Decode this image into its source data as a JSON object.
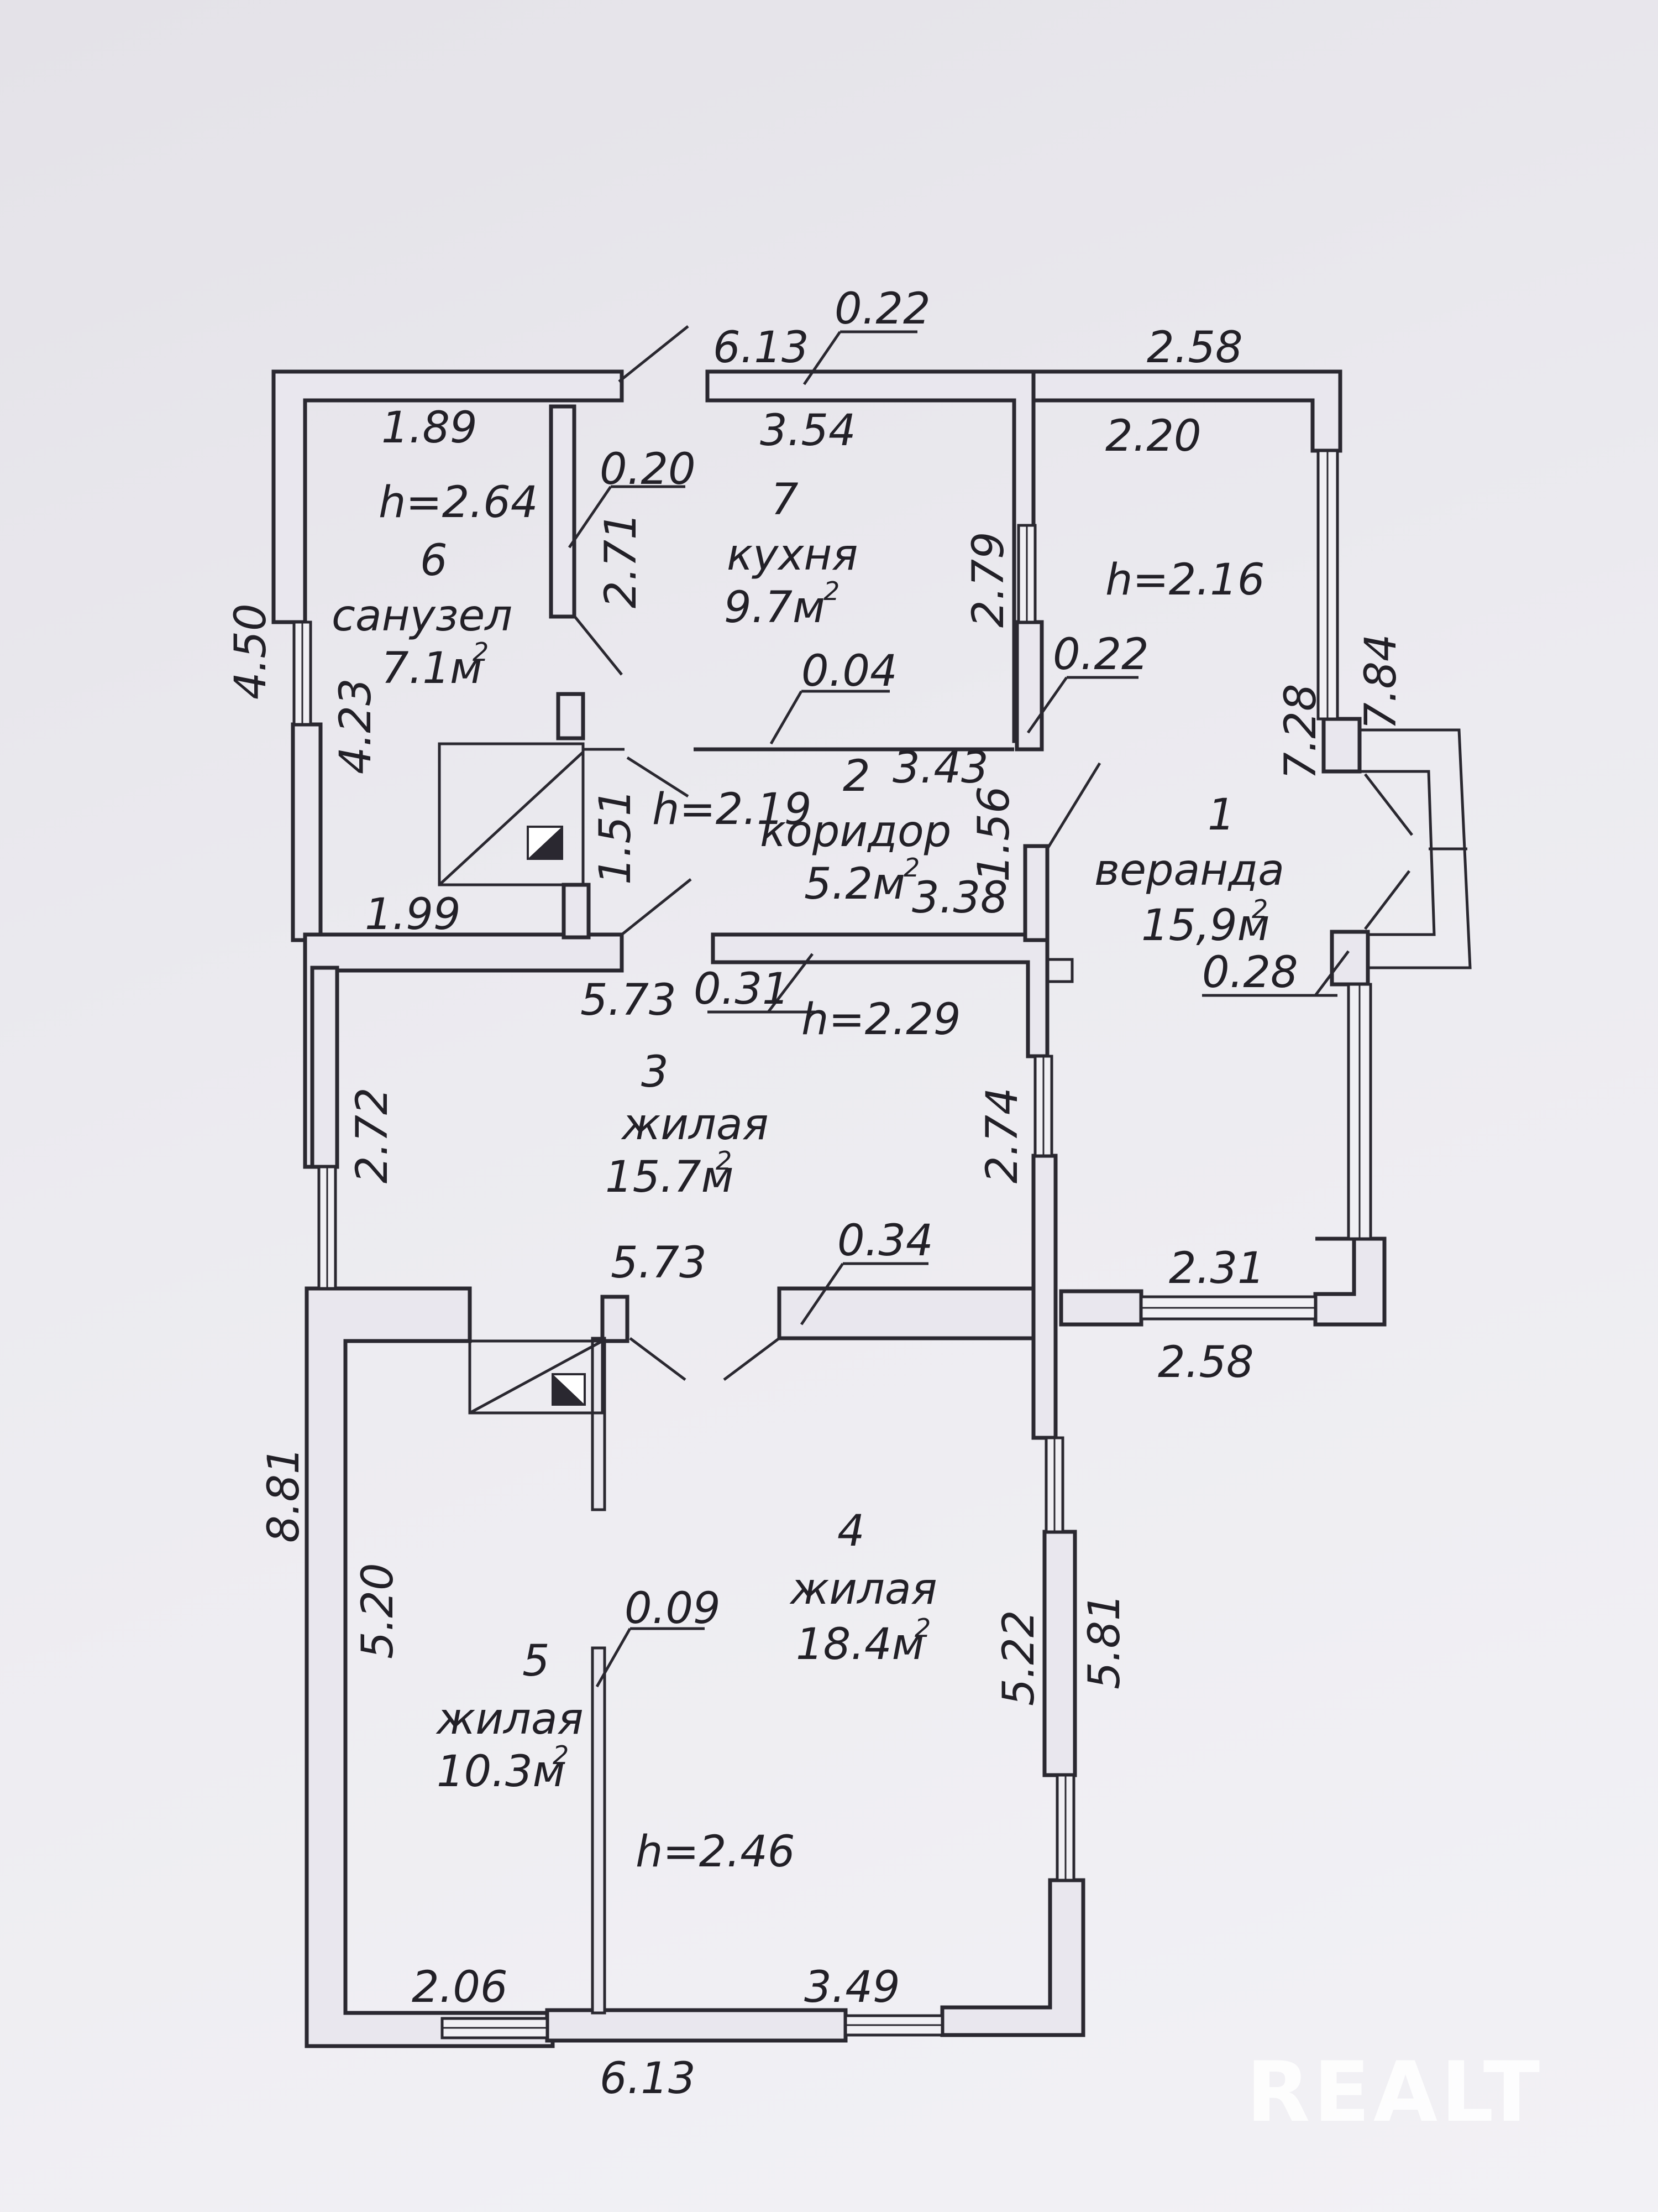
{
  "rooms": [
    {
      "num": "1",
      "name": "веранда",
      "area": "15,9м",
      "height": "h=2.16"
    },
    {
      "num": "2",
      "name": "коридор",
      "area": "5.2м",
      "height": "h=2.19"
    },
    {
      "num": "3",
      "name": "жилая",
      "area": "15.7м",
      "height": "h=2.29"
    },
    {
      "num": "4",
      "name": "жилая",
      "area": "18.4м",
      "height": "h=2.46"
    },
    {
      "num": "5",
      "name": "жилая",
      "area": "10.3м"
    },
    {
      "num": "6",
      "name": "санузел",
      "area": "7.1м",
      "height": "h=2.64"
    },
    {
      "num": "7",
      "name": "кухня",
      "area": "9.7м"
    }
  ],
  "sup": "2",
  "dims": {
    "top_total": "6.13",
    "top_wall": "0.22",
    "veranda_top": "2.58",
    "san_w": "1.89",
    "kitchen_w": "3.54",
    "veranda_in": "2.20",
    "partition1": "0.20",
    "san_part_h": "2.71",
    "kitchen_h": "2.79",
    "kitchen_wall": "0.22",
    "floor_part": "0.04",
    "corr_w": "3.43",
    "left_outer": "4.50",
    "san_h": "4.23",
    "veranda_right": "7.84",
    "veranda_in_h": "7.28",
    "corr_h": "1.56",
    "stove_h": "1.51",
    "san_bottom": "1.99",
    "corr_bottom": "3.38",
    "bay_wall": "0.28",
    "r3_top": "5.73",
    "r3_wall": "0.31",
    "r3_left": "2.72",
    "r3_right": "2.74",
    "r3_bottom": "5.73",
    "r4_wall": "0.34",
    "ver_bottom_in": "2.31",
    "ver_bottom_out": "2.58",
    "left_total": "8.81",
    "r5_h": "5.20",
    "part_thk": "0.09",
    "r4_h": "5.22",
    "right_outer": "5.81",
    "r5_w": "2.06",
    "r4_w": "3.49",
    "bottom_total": "6.13"
  },
  "watermark": "REALT"
}
